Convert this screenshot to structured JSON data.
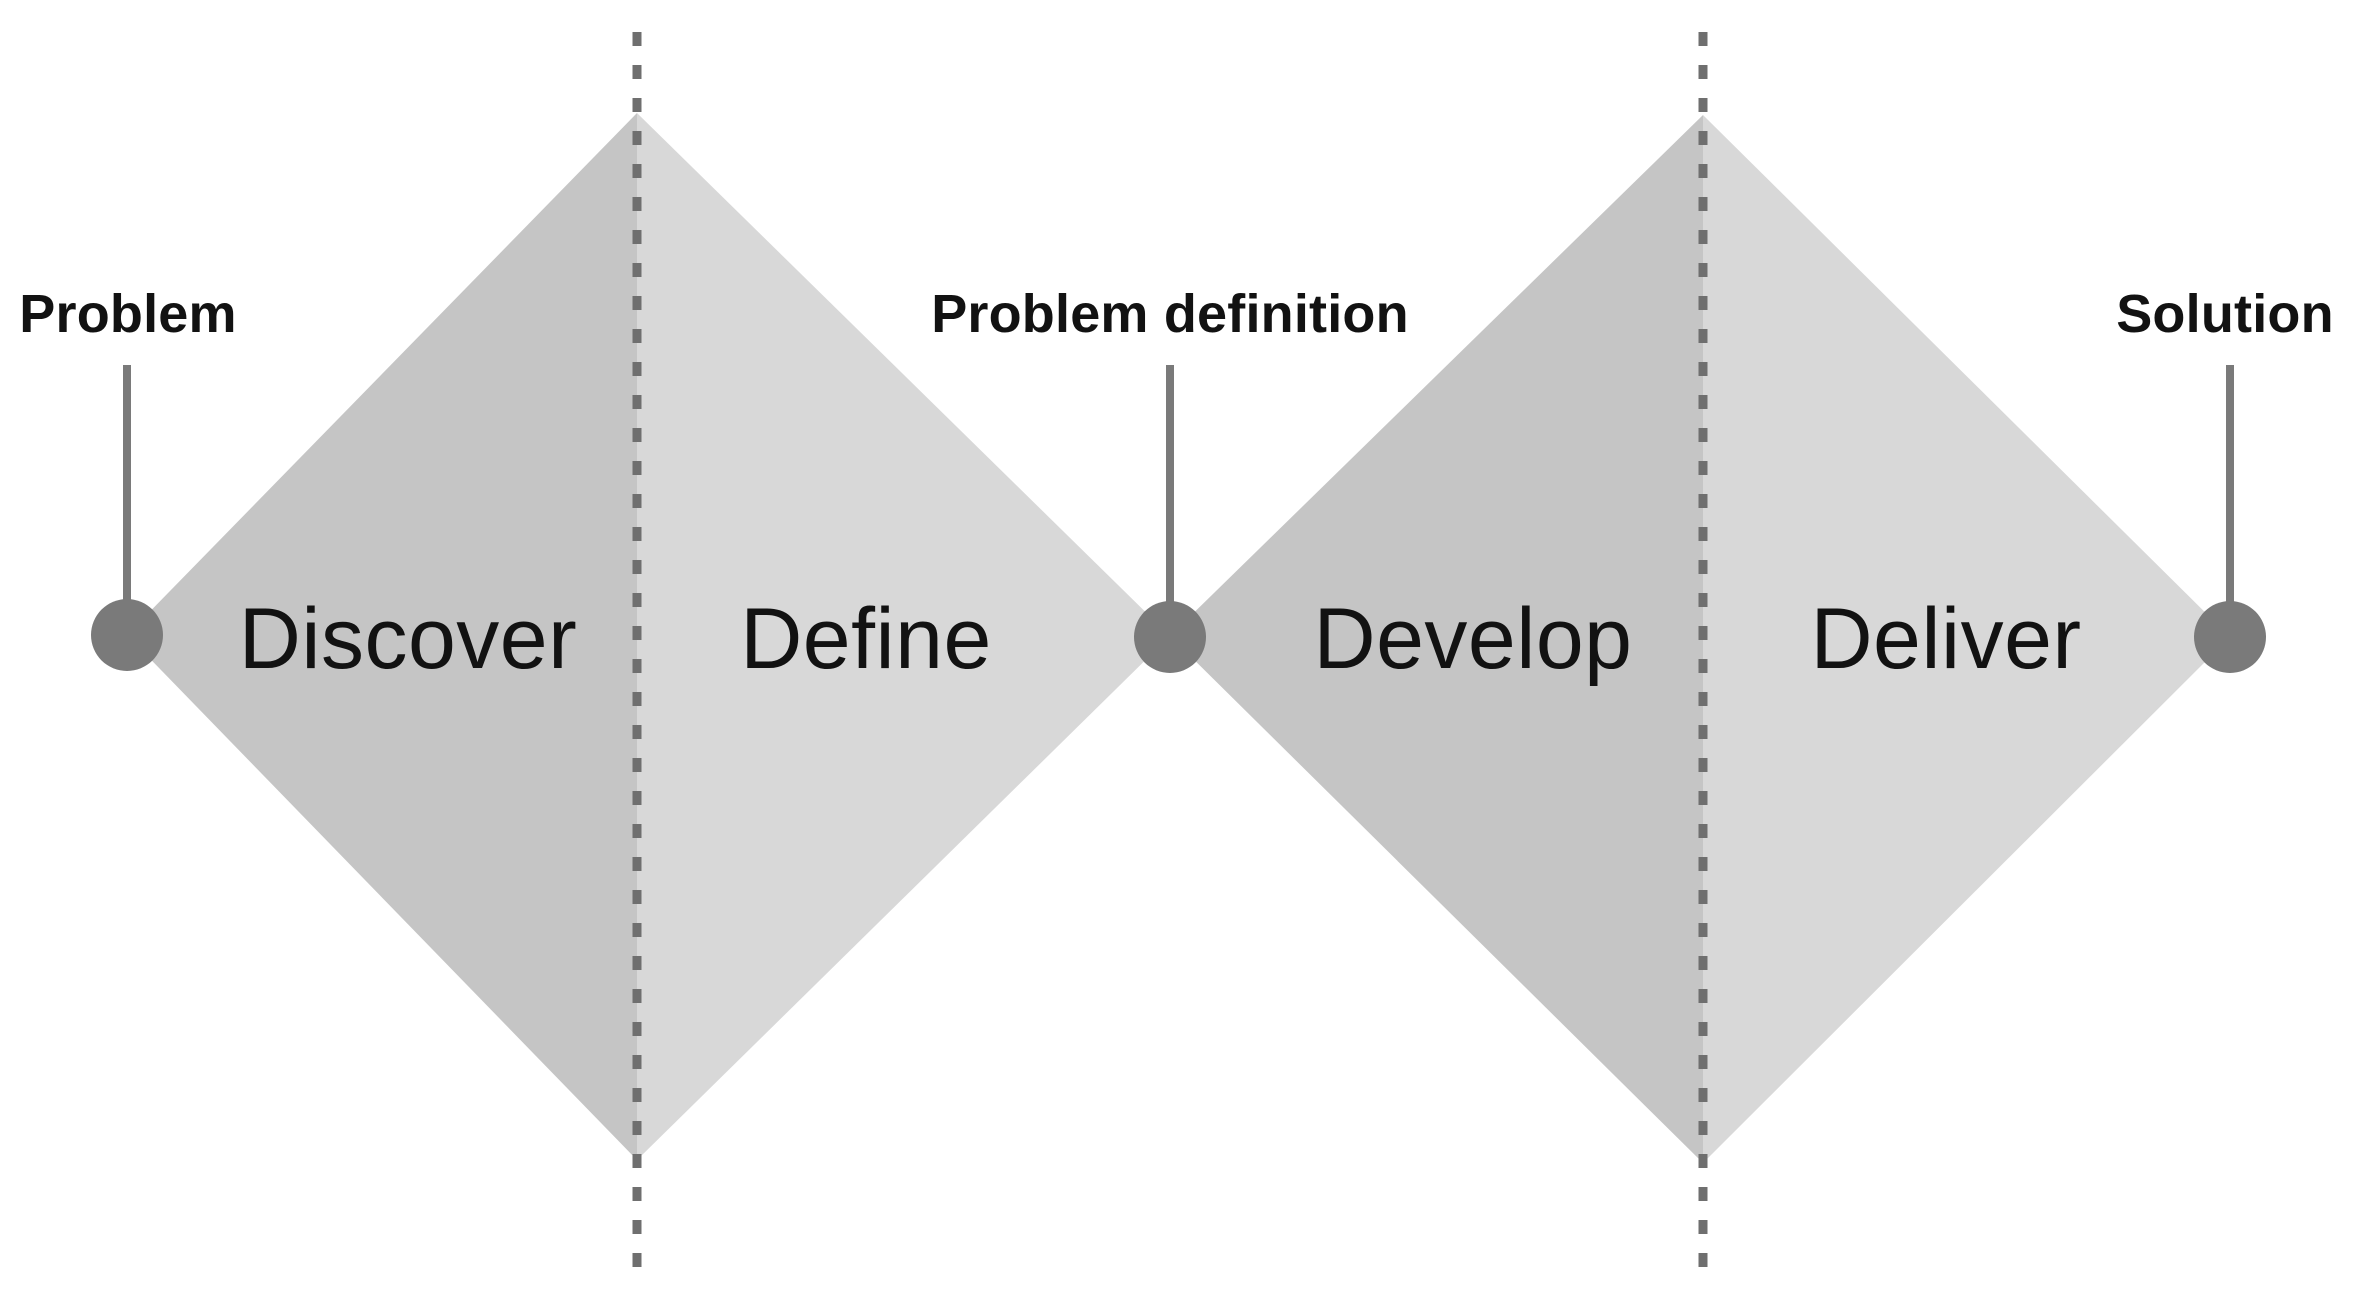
{
  "colors": {
    "diverge_fill": "#c5c5c5",
    "converge_fill": "#d8d8d8",
    "marker": "#7a7a7a",
    "dash": "#6f6f6f",
    "text": "#121212"
  },
  "milestones": [
    {
      "label": "Problem"
    },
    {
      "label": "Problem definition"
    },
    {
      "label": "Solution"
    }
  ],
  "phases": [
    {
      "label": "Discover"
    },
    {
      "label": "Define"
    },
    {
      "label": "Develop"
    },
    {
      "label": "Deliver"
    }
  ]
}
